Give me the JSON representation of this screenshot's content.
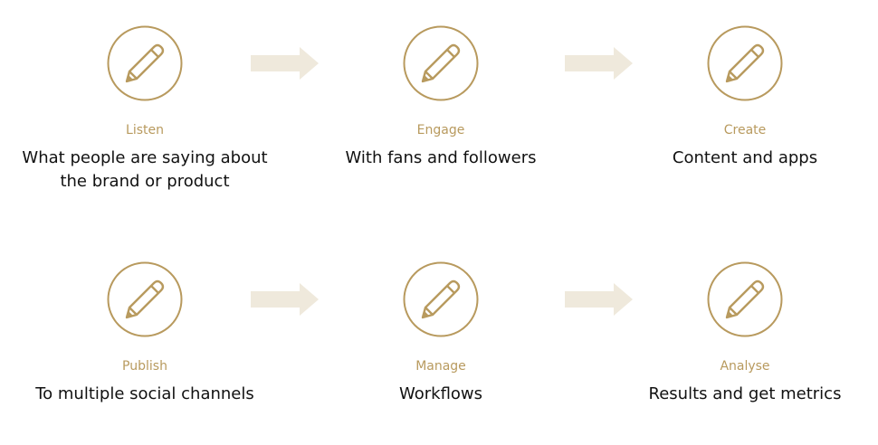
{
  "colors": {
    "accent": "#b89a5e",
    "arrow": "#efe9dc",
    "text": "#111111"
  },
  "rows": [
    {
      "steps": [
        {
          "label": "Listen",
          "description_lines": [
            "What people are saying about",
            "the brand or product"
          ],
          "icon": "pencil-icon"
        },
        {
          "label": "Engage",
          "description_lines": [
            "With fans and followers"
          ],
          "icon": "pencil-icon"
        },
        {
          "label": "Create",
          "description_lines": [
            "Content and apps"
          ],
          "icon": "pencil-icon"
        }
      ]
    },
    {
      "steps": [
        {
          "label": "Publish",
          "description_lines": [
            "To multiple social channels"
          ],
          "icon": "pencil-icon"
        },
        {
          "label": "Manage",
          "description_lines": [
            "Workflows"
          ],
          "icon": "pencil-icon"
        },
        {
          "label": "Analyse",
          "description_lines": [
            "Results and get metrics"
          ],
          "icon": "pencil-icon"
        }
      ]
    }
  ]
}
